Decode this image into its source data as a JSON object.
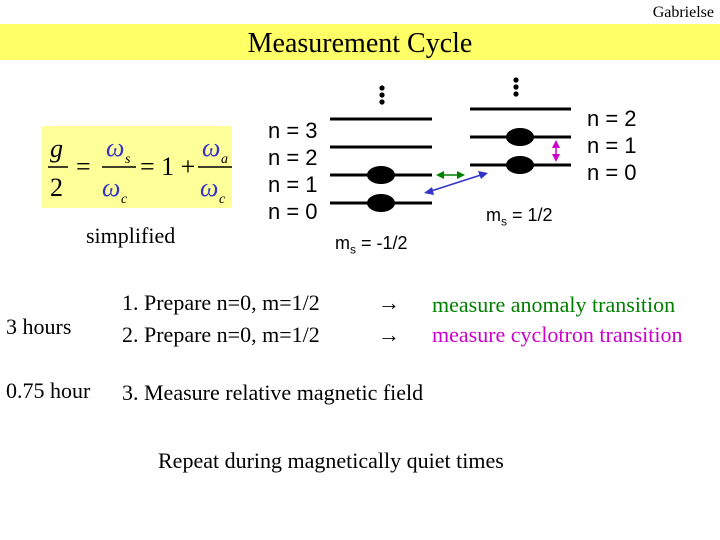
{
  "header": {
    "author": "Gabrielse",
    "title": "Measurement Cycle"
  },
  "formula": {
    "g": "g",
    "two": "2",
    "eq": "=",
    "one_plus": "= 1 +",
    "omega": "ω",
    "sub_s": "s",
    "sub_c": "c",
    "sub_a": "a",
    "caption": "simplified"
  },
  "levels": {
    "left_labels": [
      "n = 3",
      "n = 2",
      "n = 1",
      "n = 0"
    ],
    "right_labels": [
      "n = 2",
      "n = 1",
      "n = 0"
    ],
    "left_spin": {
      "text": "m",
      "sub": "s",
      "value": " = -1/2"
    },
    "right_spin": {
      "text": "m",
      "sub": "s",
      "value": " = 1/2"
    }
  },
  "colors": {
    "banner": "#ffff66",
    "formula_bg": "#ffff99",
    "anomaly": "#008000",
    "cyclotron": "#cc00cc"
  },
  "steps": {
    "time1": "3 hours",
    "step1": "1.  Prepare n=0, m=1/2",
    "step2": "2.  Prepare n=0, m=1/2",
    "arrow": "→",
    "result1": "measure anomaly transition",
    "result2": "measure cyclotron transition",
    "time2": "0.75 hour",
    "step3": "3.  Measure relative magnetic field",
    "repeat": "Repeat during magnetically quiet times"
  }
}
